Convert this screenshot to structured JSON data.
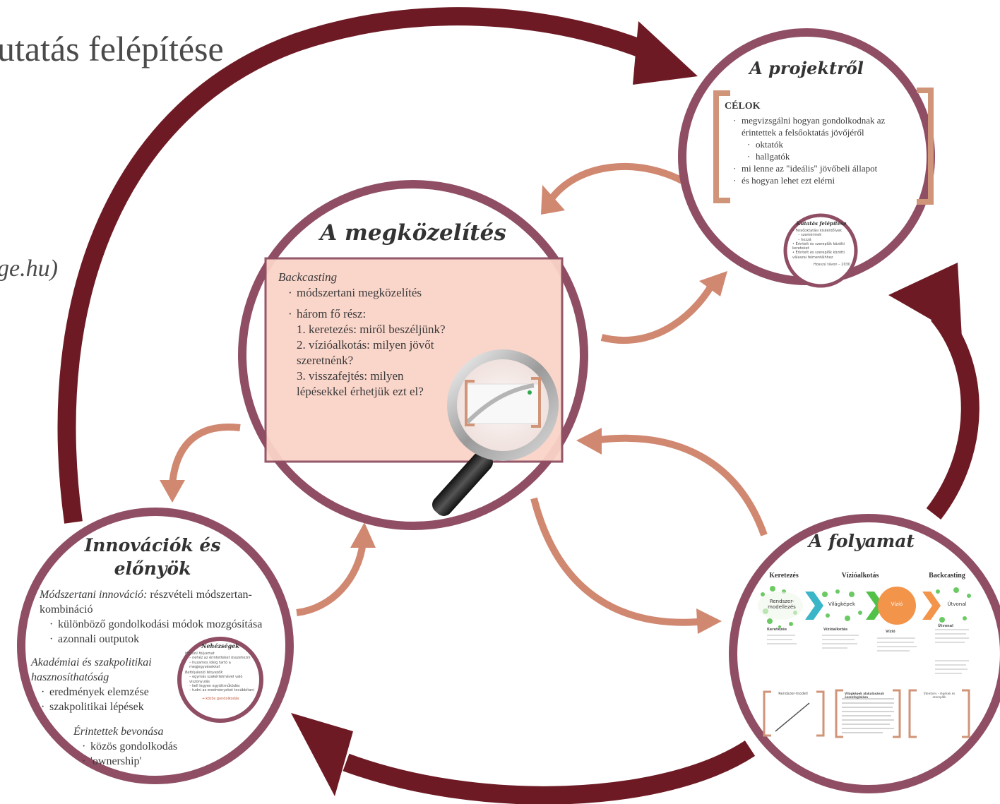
{
  "page": {
    "title": "utatás felépítése",
    "left_fragment": "ge.hu)"
  },
  "colors": {
    "dark_arrow": "#6e1a24",
    "ring": "#8f4e63",
    "salmon_arrow": "#d08871",
    "panel_fill": "#fad3c8",
    "bracket": "#d09478",
    "orange": "#f3944b",
    "green": "#52c148",
    "teal": "#3bb5c8"
  },
  "projekt": {
    "title": "A projektről",
    "heading": "CÉLOK",
    "items": [
      "megvizsgálni hogyan gondolkodnak az érintettek a felsőoktatás jövőjéről",
      "mi lenne az \"ideális\" jövőbeli állapot",
      "és hogyan lehet ezt elérni"
    ],
    "sub_items": [
      "oktatók",
      "hallgatók"
    ],
    "mini_title": "Kutatás felépítése",
    "mini_lines": [
      "• Felsőoktatási kiskérdőívek",
      "– szemérmek",
      "– hozzá",
      "• Érintett és szereplők közötti",
      "kereteket",
      "• Érintett és szereplők közötti",
      "válaszai felmentálhhez"
    ],
    "mini_footer": "Hosszú távon – 2030"
  },
  "megkozelites": {
    "title": "A megközelítés",
    "backcasting": "Backcasting",
    "bullet1": "módszertani megközelítés",
    "bullet2": "három fő rész:",
    "steps": [
      "1. keretezés: miről beszéljünk?",
      "2. vízióalkotás: milyen jövőt szeretnénk?",
      "3. visszafejtés: milyen lépésekkel érhetjük ezt el?"
    ]
  },
  "innovaciok": {
    "title_line1": "Innovációk és",
    "title_line2": "előnyök",
    "p1_label": "Módszertani innováció:",
    "p1_text": "részvételi módszertan-kombináció",
    "p1_items": [
      "különböző gondolkodási módok mozgósítása",
      "azonnali outputok"
    ],
    "p2_label": "Akadémiai és szakpolitikai hasznosíthatóság",
    "p2_items": [
      "eredmények elemzése",
      "szakpolitikai lépések"
    ],
    "p3_label": "Érintettek bevonása",
    "p3_items": [
      "közös gondolkodás",
      "'ownership'"
    ],
    "mini_title": "Nehézségek",
    "mini_lines": [
      "Hosszú folyamat",
      "– nehéz az érintetteket összehozni",
      "– huzamos ideig tartó a megjegyzésekkel",
      "Befolyásoló tényezők",
      "– egymás szakértelmével való viszonyulás",
      "– kell legyen együttműködés",
      "– tudni az eredményeket továbbítani"
    ],
    "mini_footer": "→ közös gondolkodás"
  },
  "folyamat": {
    "title": "A folyamat",
    "col_headers": [
      "Keretezés",
      "Vízióalkotás",
      "Backcasting"
    ],
    "node_labels": [
      "Rendszer-modellezés",
      "Világképek",
      "Vízió",
      "Útvonal"
    ],
    "text_headers": [
      "Keretezés",
      "Vízióalkotás",
      "Vízió",
      "Útvonal"
    ],
    "bottom_headers": [
      "Rendszer-modell",
      "Világképek alakulásának összefoglalása",
      "Ütemterv – lépések és szereplők"
    ]
  }
}
